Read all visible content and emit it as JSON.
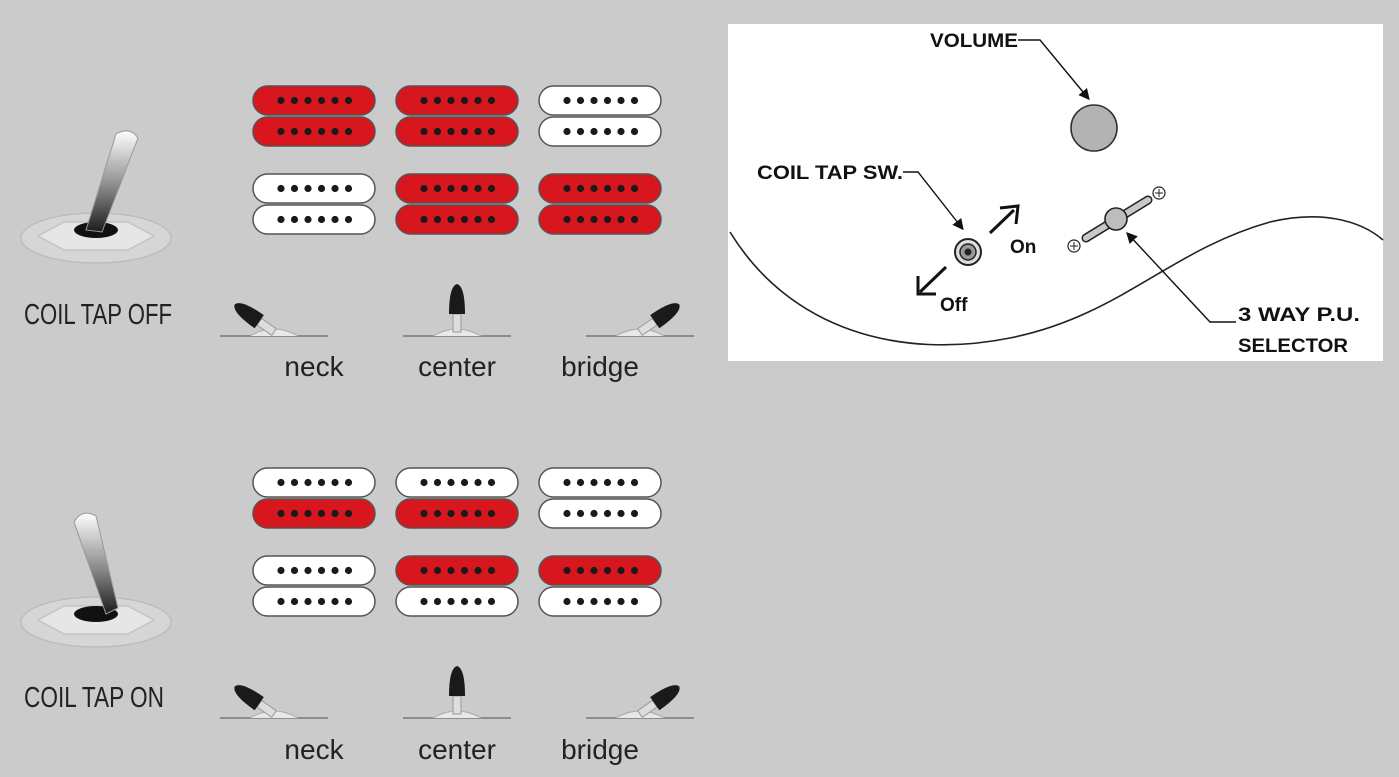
{
  "sections": [
    {
      "id": "off",
      "label": "COIL TAP OFF",
      "switch_state": "off",
      "rows": [
        [
          "red-red",
          "red-red",
          "white-white"
        ],
        [
          "white-white",
          "red-red",
          "red-red"
        ]
      ],
      "positions": [
        "neck",
        "center",
        "bridge"
      ]
    },
    {
      "id": "on",
      "label": "COIL TAP ON",
      "switch_state": "on",
      "rows": [
        [
          "white-red",
          "white-red",
          "white-white"
        ],
        [
          "white-white",
          "red-white",
          "red-white"
        ]
      ],
      "positions": [
        "neck",
        "center",
        "bridge"
      ]
    }
  ],
  "control_diagram": {
    "volume_label": "VOLUME",
    "coil_tap_label": "COIL TAP SW.",
    "on_label": "On",
    "off_label": "Off",
    "selector_label_line1": "3 WAY P.U.",
    "selector_label_line2": "SELECTOR"
  },
  "colors": {
    "background": "#cbcbcb",
    "active_coil": "#d7161d",
    "inactive_coil": "#ffffff",
    "pole": "#1a1a1a",
    "panel": "#ffffff"
  },
  "icons": [
    "toggle-switch-icon",
    "humbucker-pickup-icon",
    "selector-lever-icon",
    "volume-knob-icon"
  ]
}
